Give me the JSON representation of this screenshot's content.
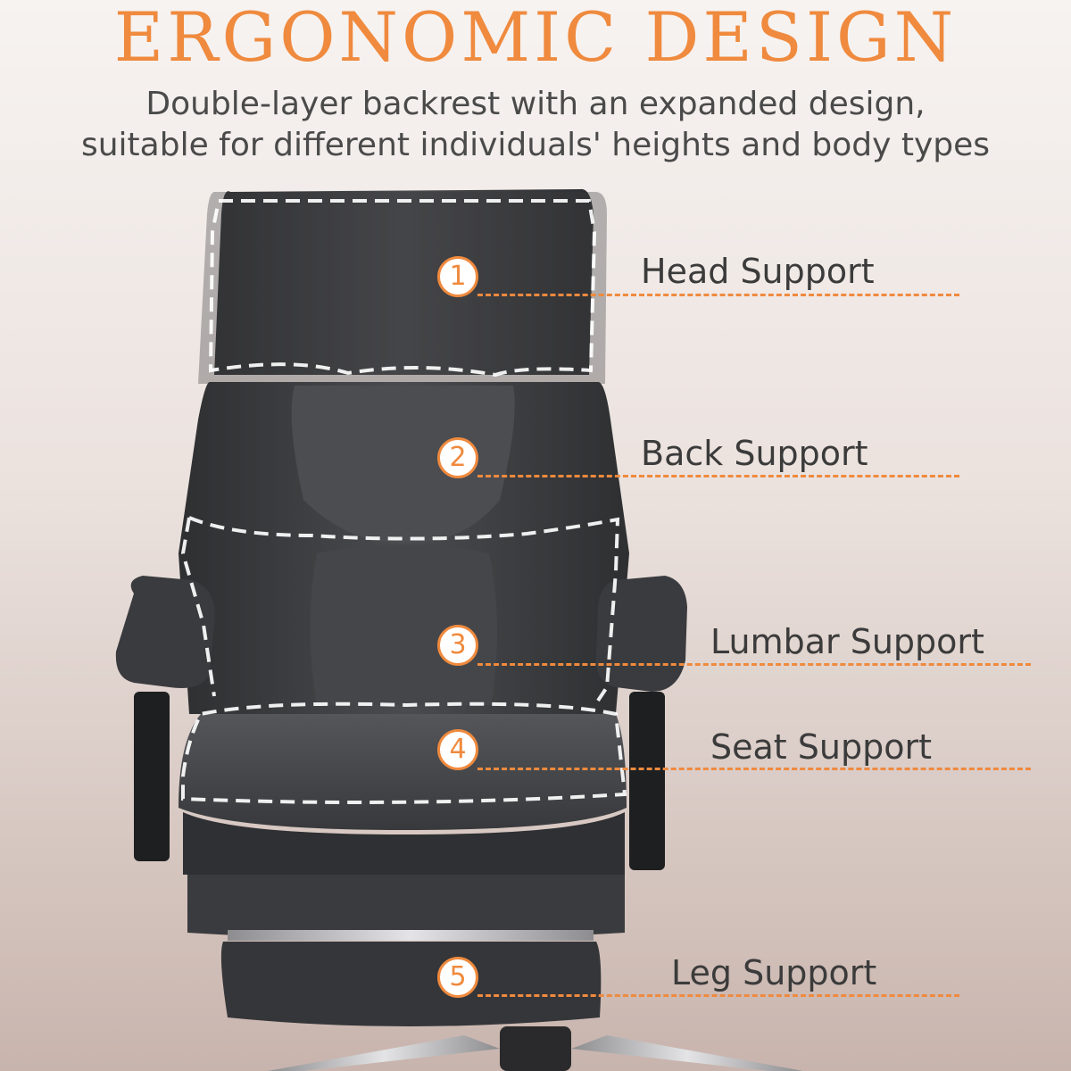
{
  "title": "ERGONOMIC DESIGN",
  "subtitle": {
    "line1": "Double-layer backrest with an expanded design,",
    "line2": "suitable for different individuals' heights and body types"
  },
  "accent_color": "#ef8a3e",
  "callouts": [
    {
      "number": "1",
      "label": "Head Support"
    },
    {
      "number": "2",
      "label": "Back Support"
    },
    {
      "number": "3",
      "label": "Lumbar Support"
    },
    {
      "number": "4",
      "label": "Seat Support"
    },
    {
      "number": "5",
      "label": "Leg Support"
    }
  ]
}
